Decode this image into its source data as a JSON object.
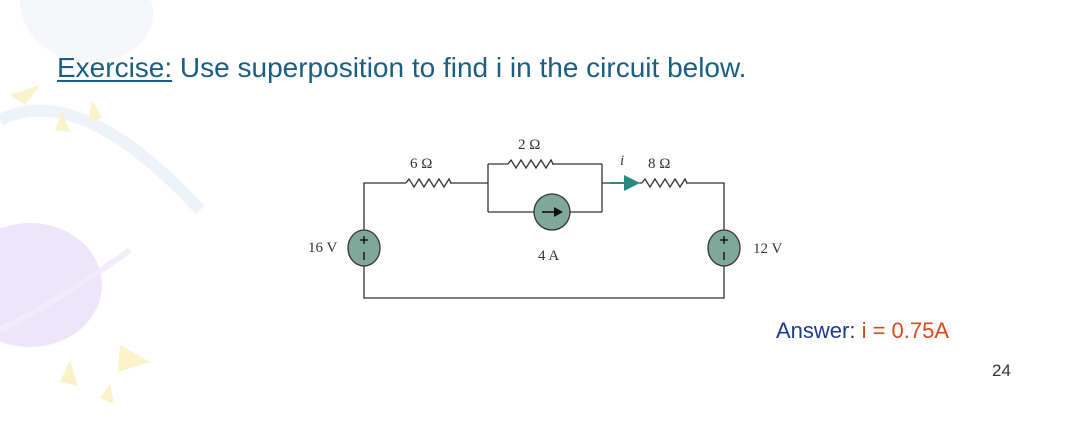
{
  "slide": {
    "title_prefix": "Exercise:",
    "title_text": " Use superposition to find i in the circuit below.",
    "answer_label": "Answer:",
    "answer_value": " i = 0.75A",
    "page_number": "24"
  },
  "circuit": {
    "r1_label": "6 Ω",
    "r2_label": "2 Ω",
    "r3_label": "8 Ω",
    "current_label": "i",
    "source_current_label": "4 A",
    "left_source_label": "16 V",
    "right_source_label": "12 V"
  },
  "colors": {
    "title": "#1b5e84",
    "answer_label": "#1f3a93",
    "answer_value": "#d9481e",
    "source_fill": "#7fa79a",
    "arrow": "#2a8a7f"
  }
}
